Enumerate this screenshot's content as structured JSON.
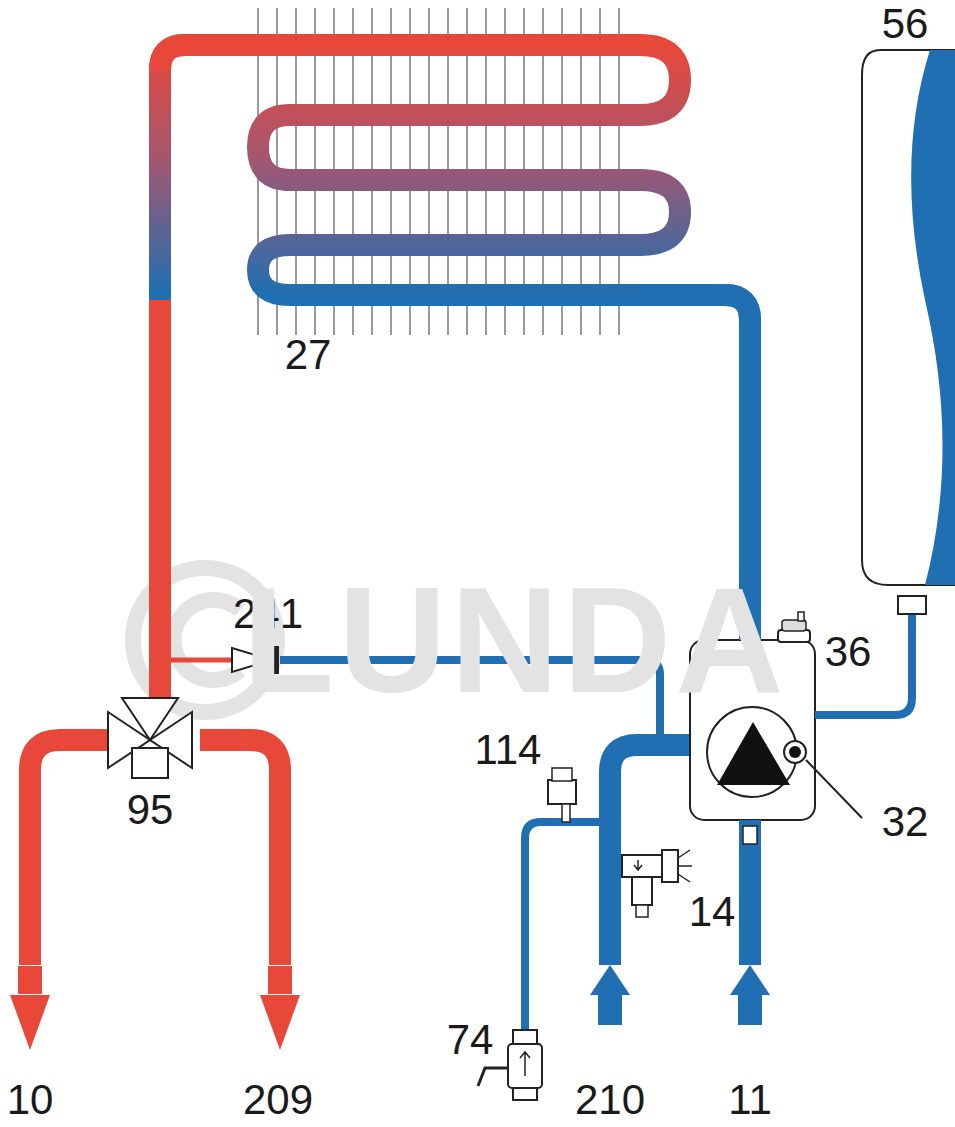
{
  "diagram": {
    "labels": [
      "56",
      "27",
      "241",
      "36",
      "114",
      "32",
      "14",
      "74",
      "210",
      "11",
      "10",
      "209",
      "95",
      "LUNDA"
    ]
  }
}
